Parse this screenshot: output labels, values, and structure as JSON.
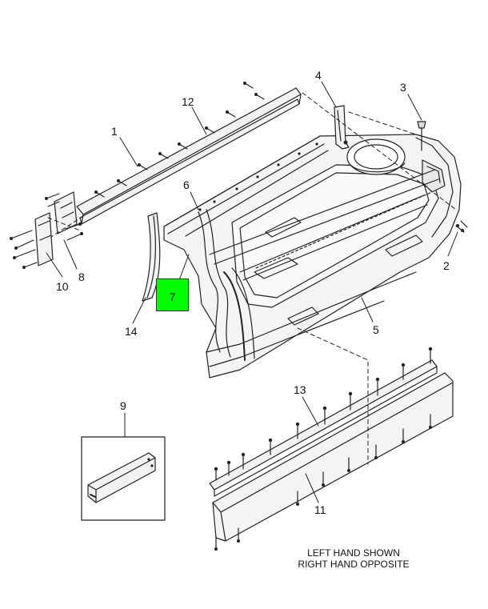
{
  "diagram": {
    "callouts": [
      {
        "id": "c1",
        "label": "1"
      },
      {
        "id": "c2",
        "label": "2"
      },
      {
        "id": "c3",
        "label": "3"
      },
      {
        "id": "c4",
        "label": "4"
      },
      {
        "id": "c5",
        "label": "5"
      },
      {
        "id": "c6",
        "label": "6"
      },
      {
        "id": "c7",
        "label": "7"
      },
      {
        "id": "c8",
        "label": "8"
      },
      {
        "id": "c9",
        "label": "9"
      },
      {
        "id": "c10",
        "label": "10"
      },
      {
        "id": "c11",
        "label": "11"
      },
      {
        "id": "c12",
        "label": "12"
      },
      {
        "id": "c13",
        "label": "13"
      },
      {
        "id": "c14",
        "label": "14"
      }
    ],
    "highlight_color": "#00ff00",
    "caption_line1": "LEFT HAND SHOWN",
    "caption_line2": "RIGHT HAND OPPOSITE"
  }
}
